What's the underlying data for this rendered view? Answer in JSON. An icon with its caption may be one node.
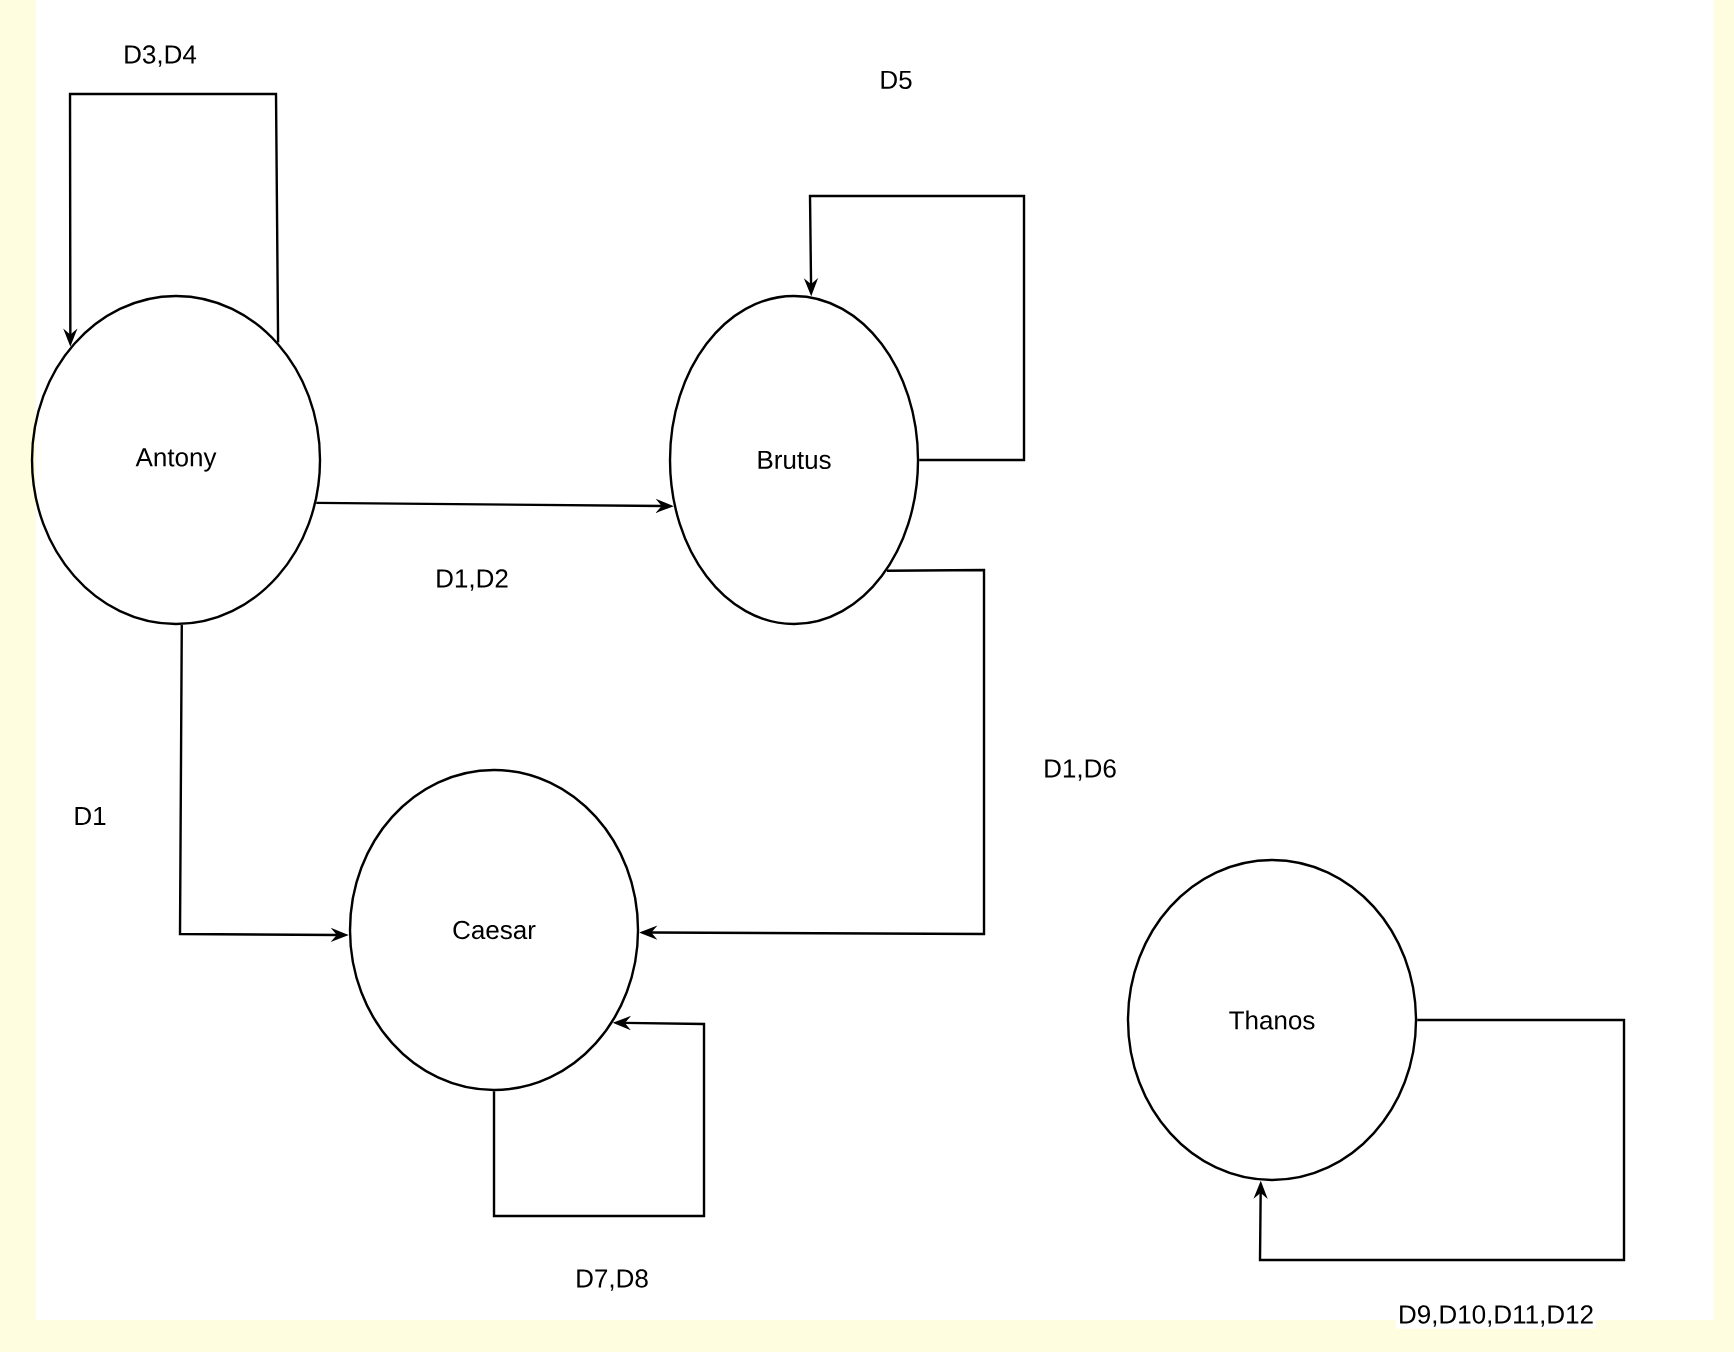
{
  "diagram": {
    "nodes": [
      {
        "text": [
          "Antony"
        ]
      },
      {
        "text": [
          "Brutus"
        ]
      },
      {
        "text": [
          "Caesar"
        ]
      },
      {
        "text": [
          "Thanos"
        ]
      }
    ],
    "edges": [
      {
        "from": 0,
        "to": 0,
        "arrow": "to",
        "label": "D3,D4"
      },
      {
        "from": 1,
        "to": 1,
        "arrow": "to",
        "label": "D5"
      },
      {
        "from": 0,
        "to": 1,
        "arrow": "to",
        "label": "D1,D2"
      },
      {
        "from": 0,
        "to": 2,
        "arrow": "to",
        "label": "D1"
      },
      {
        "from": 1,
        "to": 2,
        "arrow": "to",
        "label": "D1,D6"
      },
      {
        "from": 2,
        "to": 2,
        "arrow": "to",
        "label": "D7,D8"
      },
      {
        "from": 3,
        "to": 3,
        "arrow": "to",
        "label": "D9,D10,D11,D12"
      }
    ]
  }
}
